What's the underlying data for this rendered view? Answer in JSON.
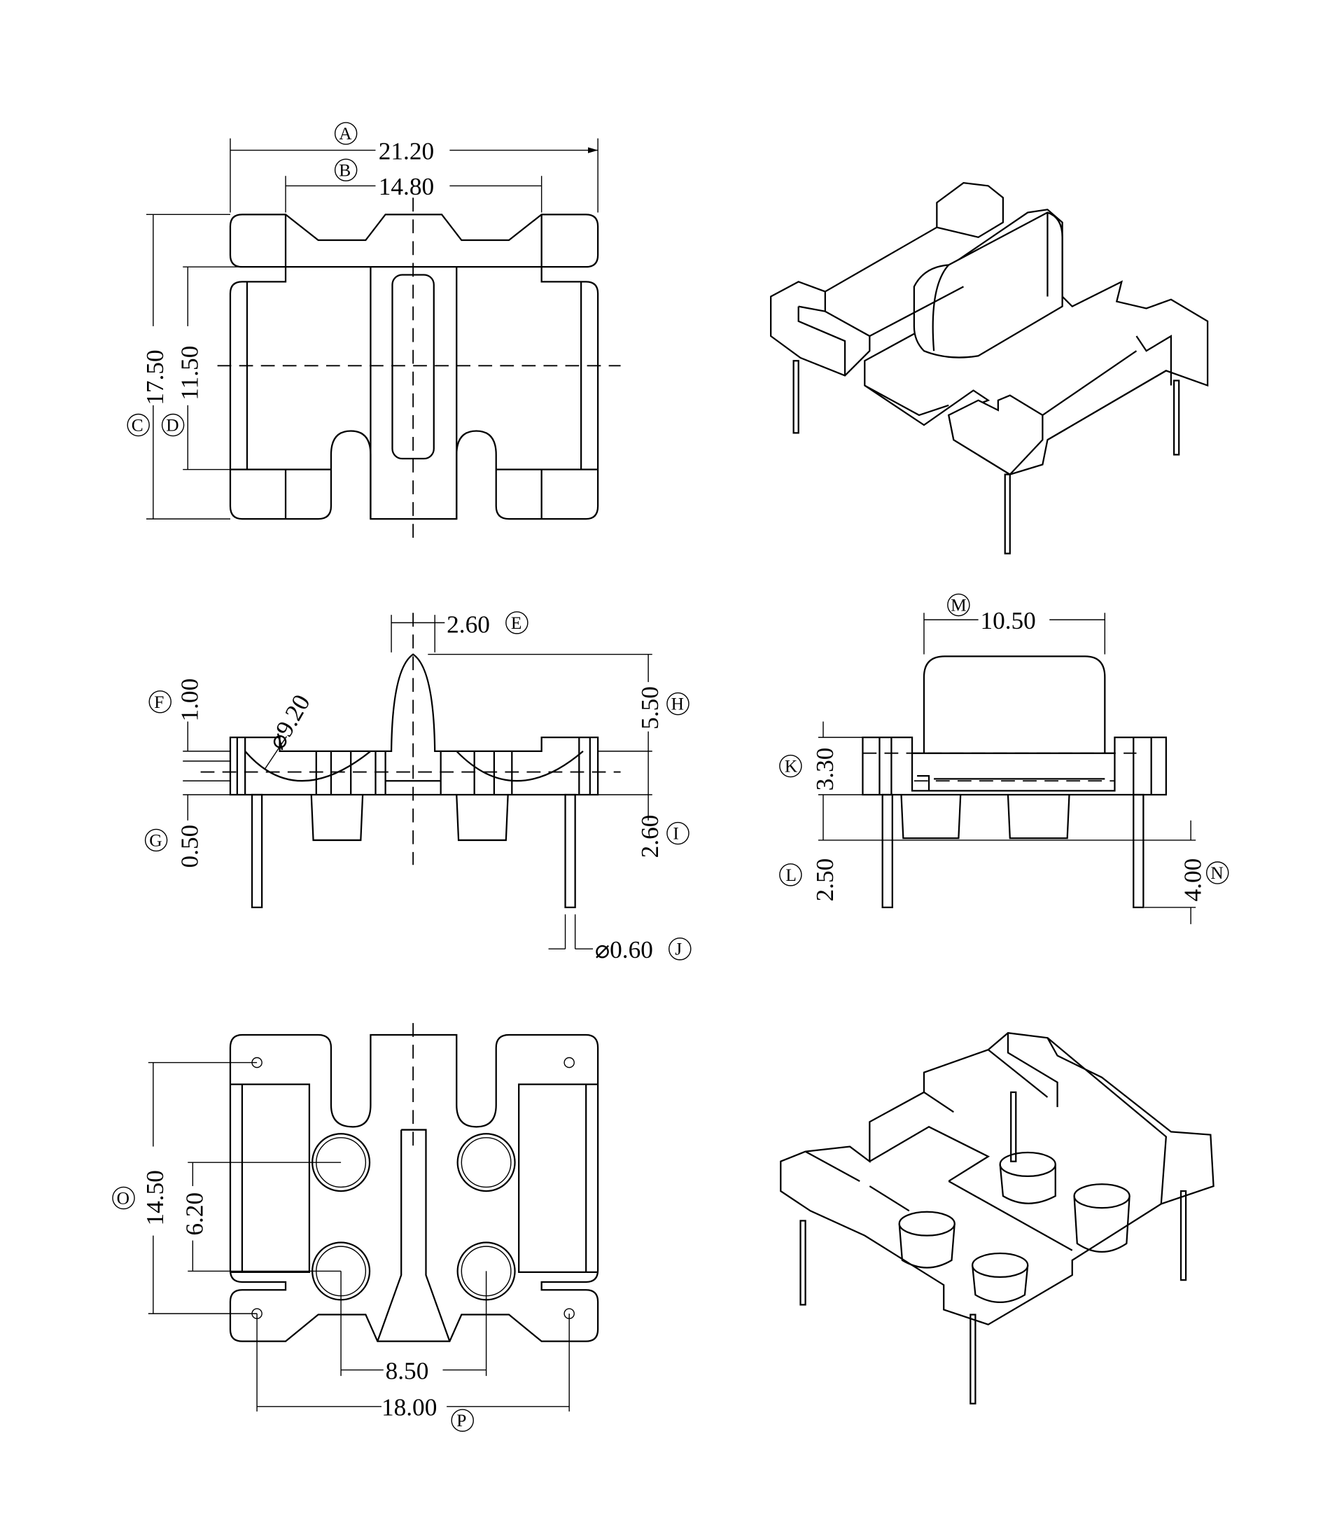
{
  "views": {
    "top": {
      "dims": [
        {
          "id": "A",
          "value": "21.20"
        },
        {
          "id": "B",
          "value": "14.80"
        },
        {
          "id": "C",
          "value": "17.50"
        },
        {
          "id": "D",
          "value": "11.50"
        }
      ]
    },
    "front": {
      "dims": [
        {
          "id": "E",
          "value": "2.60"
        },
        {
          "id": "F",
          "value": "1.00"
        },
        {
          "id": "G",
          "value": "0.50"
        },
        {
          "id": "H",
          "value": "5.50"
        },
        {
          "id": "I",
          "value": "2.60"
        },
        {
          "id": "J",
          "value": "⌀0.60"
        }
      ],
      "radius_label": "⌀9.20"
    },
    "side": {
      "dims": [
        {
          "id": "M",
          "value": "10.50"
        },
        {
          "id": "K",
          "value": "3.30"
        },
        {
          "id": "L",
          "value": "2.50"
        },
        {
          "id": "N",
          "value": "4.00"
        }
      ]
    },
    "bottom": {
      "dims": [
        {
          "id": "O",
          "value": "14.50"
        },
        {
          "id": "",
          "value": "6.20"
        },
        {
          "id": "",
          "value": "8.50"
        },
        {
          "id": "P",
          "value": "18.00"
        }
      ]
    }
  }
}
